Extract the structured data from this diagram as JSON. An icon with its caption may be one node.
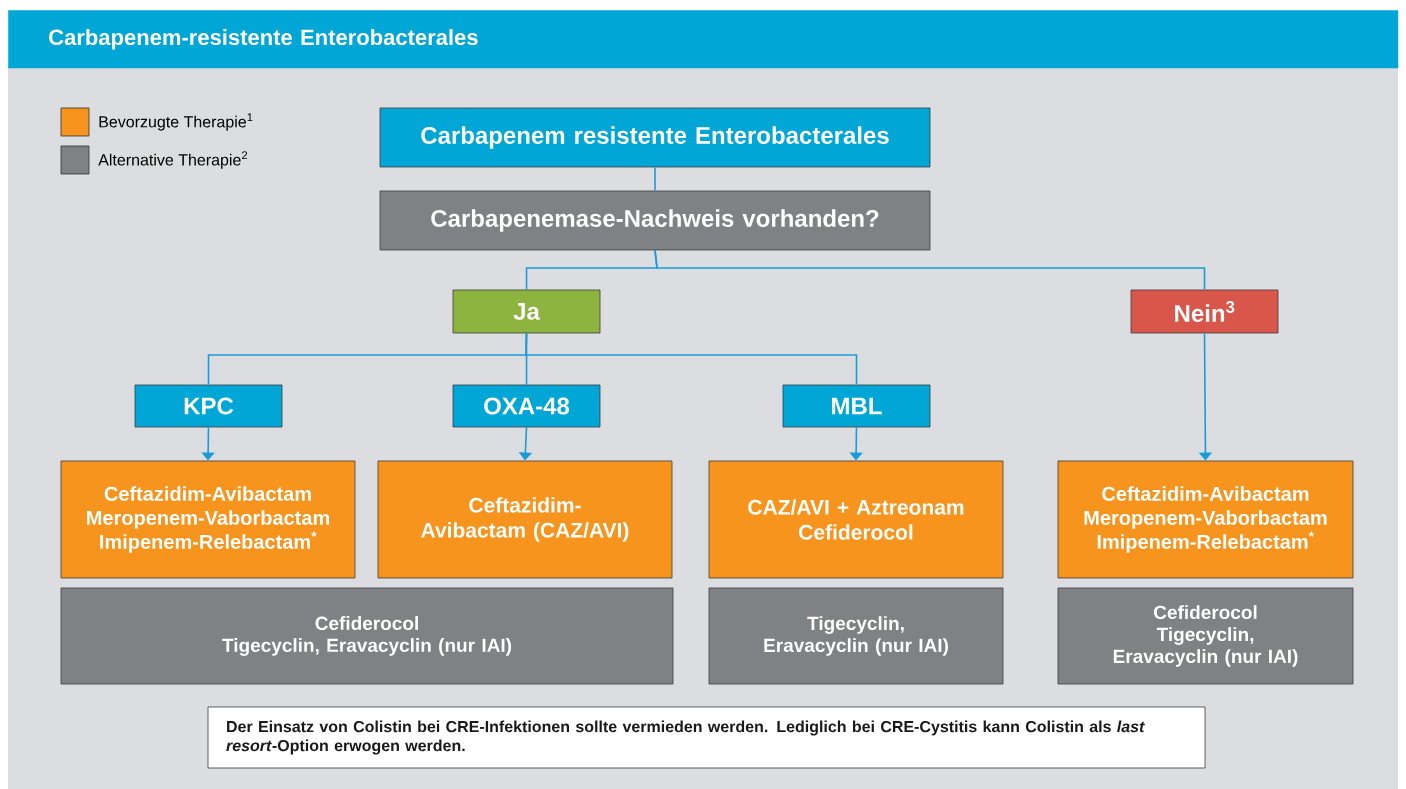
{
  "diagram": {
    "title": "Carbapenem-resistente Enterobacterales",
    "nodes": [
      {
        "text": [
          "Carbapenem resistente Enterobacterales"
        ]
      },
      {
        "text": [
          "Carbapenemase-Nachweis vorhanden?"
        ]
      },
      {
        "text": [
          "Ja"
        ]
      },
      {
        "text": [
          "Nein$^{3}$"
        ]
      },
      {
        "text": [
          "KPC"
        ]
      },
      {
        "text": [
          "OXA-48"
        ]
      },
      {
        "text": [
          "MBL"
        ]
      },
      {
        "text": [
          "Ceftazidim-Avibactam",
          "Meropenem-Vaborbactam",
          "Imipenem-Relebactam$^{*}$"
        ]
      },
      {
        "text": [
          "Ceftazidim-Avibactam (CAZ/AVI)"
        ]
      },
      {
        "text": [
          "CAZ/AVI + Aztreonam",
          "Cefiderocol"
        ]
      },
      {
        "text": [
          "Ceftazidim-Avibactam",
          "Meropenem-Vaborbactam",
          "Imipenem-Relebactam$^{*}$"
        ]
      },
      {
        "text": [
          "Cefiderocol",
          "Tigecyclin, Eravacyclin (nur IAI)"
        ]
      },
      {
        "text": [
          "Tigecyclin, Eravacyclin (nur IAI)"
        ]
      },
      {
        "text": [
          "Cefiderocol",
          "Tigecyclin, Eravacyclin (nur IAI)"
        ]
      },
      {
        "text": [
          "Der Einsatz von Colistin bei CRE-Infektionen sollte vermieden werden. Lediglich bei CRE-Cystitis kann Colistin als *last resort*-Option erwogen werden."
        ]
      }
    ],
    "edges": [
      {
        "from": 0,
        "to": 1,
        "arrow": "none"
      },
      {
        "from": 1,
        "to": 2,
        "arrow": "none"
      },
      {
        "from": 1,
        "to": 3,
        "arrow": "none"
      },
      {
        "from": 2,
        "to": 4,
        "arrow": "none"
      },
      {
        "from": 2,
        "to": 5,
        "arrow": "none"
      },
      {
        "from": 2,
        "to": 6,
        "arrow": "none"
      },
      {
        "from": 4,
        "to": 7,
        "arrow": "to"
      },
      {
        "from": 5,
        "to": 8,
        "arrow": "to"
      },
      {
        "from": 6,
        "to": 9,
        "arrow": "to"
      },
      {
        "from": 3,
        "to": 10,
        "arrow": "to"
      }
    ],
    "legend": [
      {
        "text": "Bevorzugte Therapie$^{1}$",
        "color": "#f7941d"
      },
      {
        "text": "Alternative Therapie$^{2}$",
        "color": "#808184"
      }
    ]
  }
}
